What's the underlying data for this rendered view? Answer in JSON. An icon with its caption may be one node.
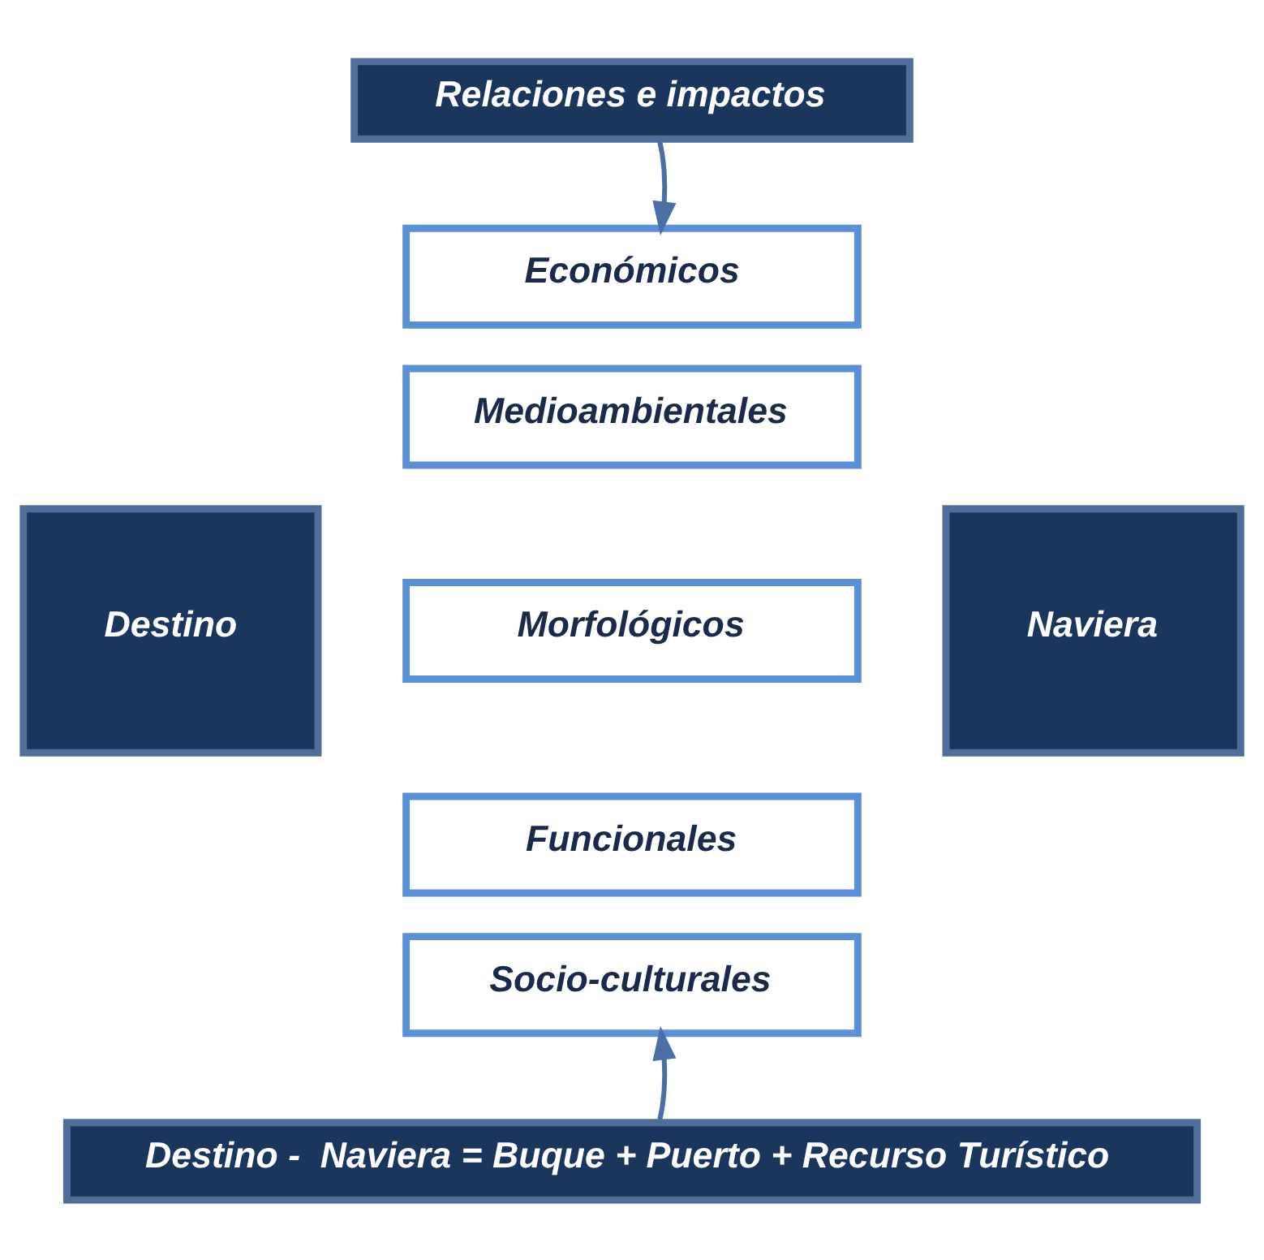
{
  "diagram": {
    "nodes": [
      {
        "text": [
          "Relaciones e impactos"
        ]
      },
      {
        "text": [
          "Económicos"
        ]
      },
      {
        "text": [
          "Medioambientales"
        ]
      },
      {
        "text": [
          "Morfológicos"
        ]
      },
      {
        "text": [
          "Funcionales"
        ]
      },
      {
        "text": [
          "Socio-culturales"
        ]
      },
      {
        "text": [
          "Destino"
        ]
      },
      {
        "text": [
          "Naviera"
        ]
      },
      {
        "text": [
          "Destino -  Naviera = Buque + Puerto + Recurso Turístico"
        ]
      }
    ],
    "edges": [
      {
        "from": 0,
        "to": 1,
        "arrow": "to"
      },
      {
        "from": 8,
        "to": 5,
        "arrow": "to"
      }
    ]
  }
}
